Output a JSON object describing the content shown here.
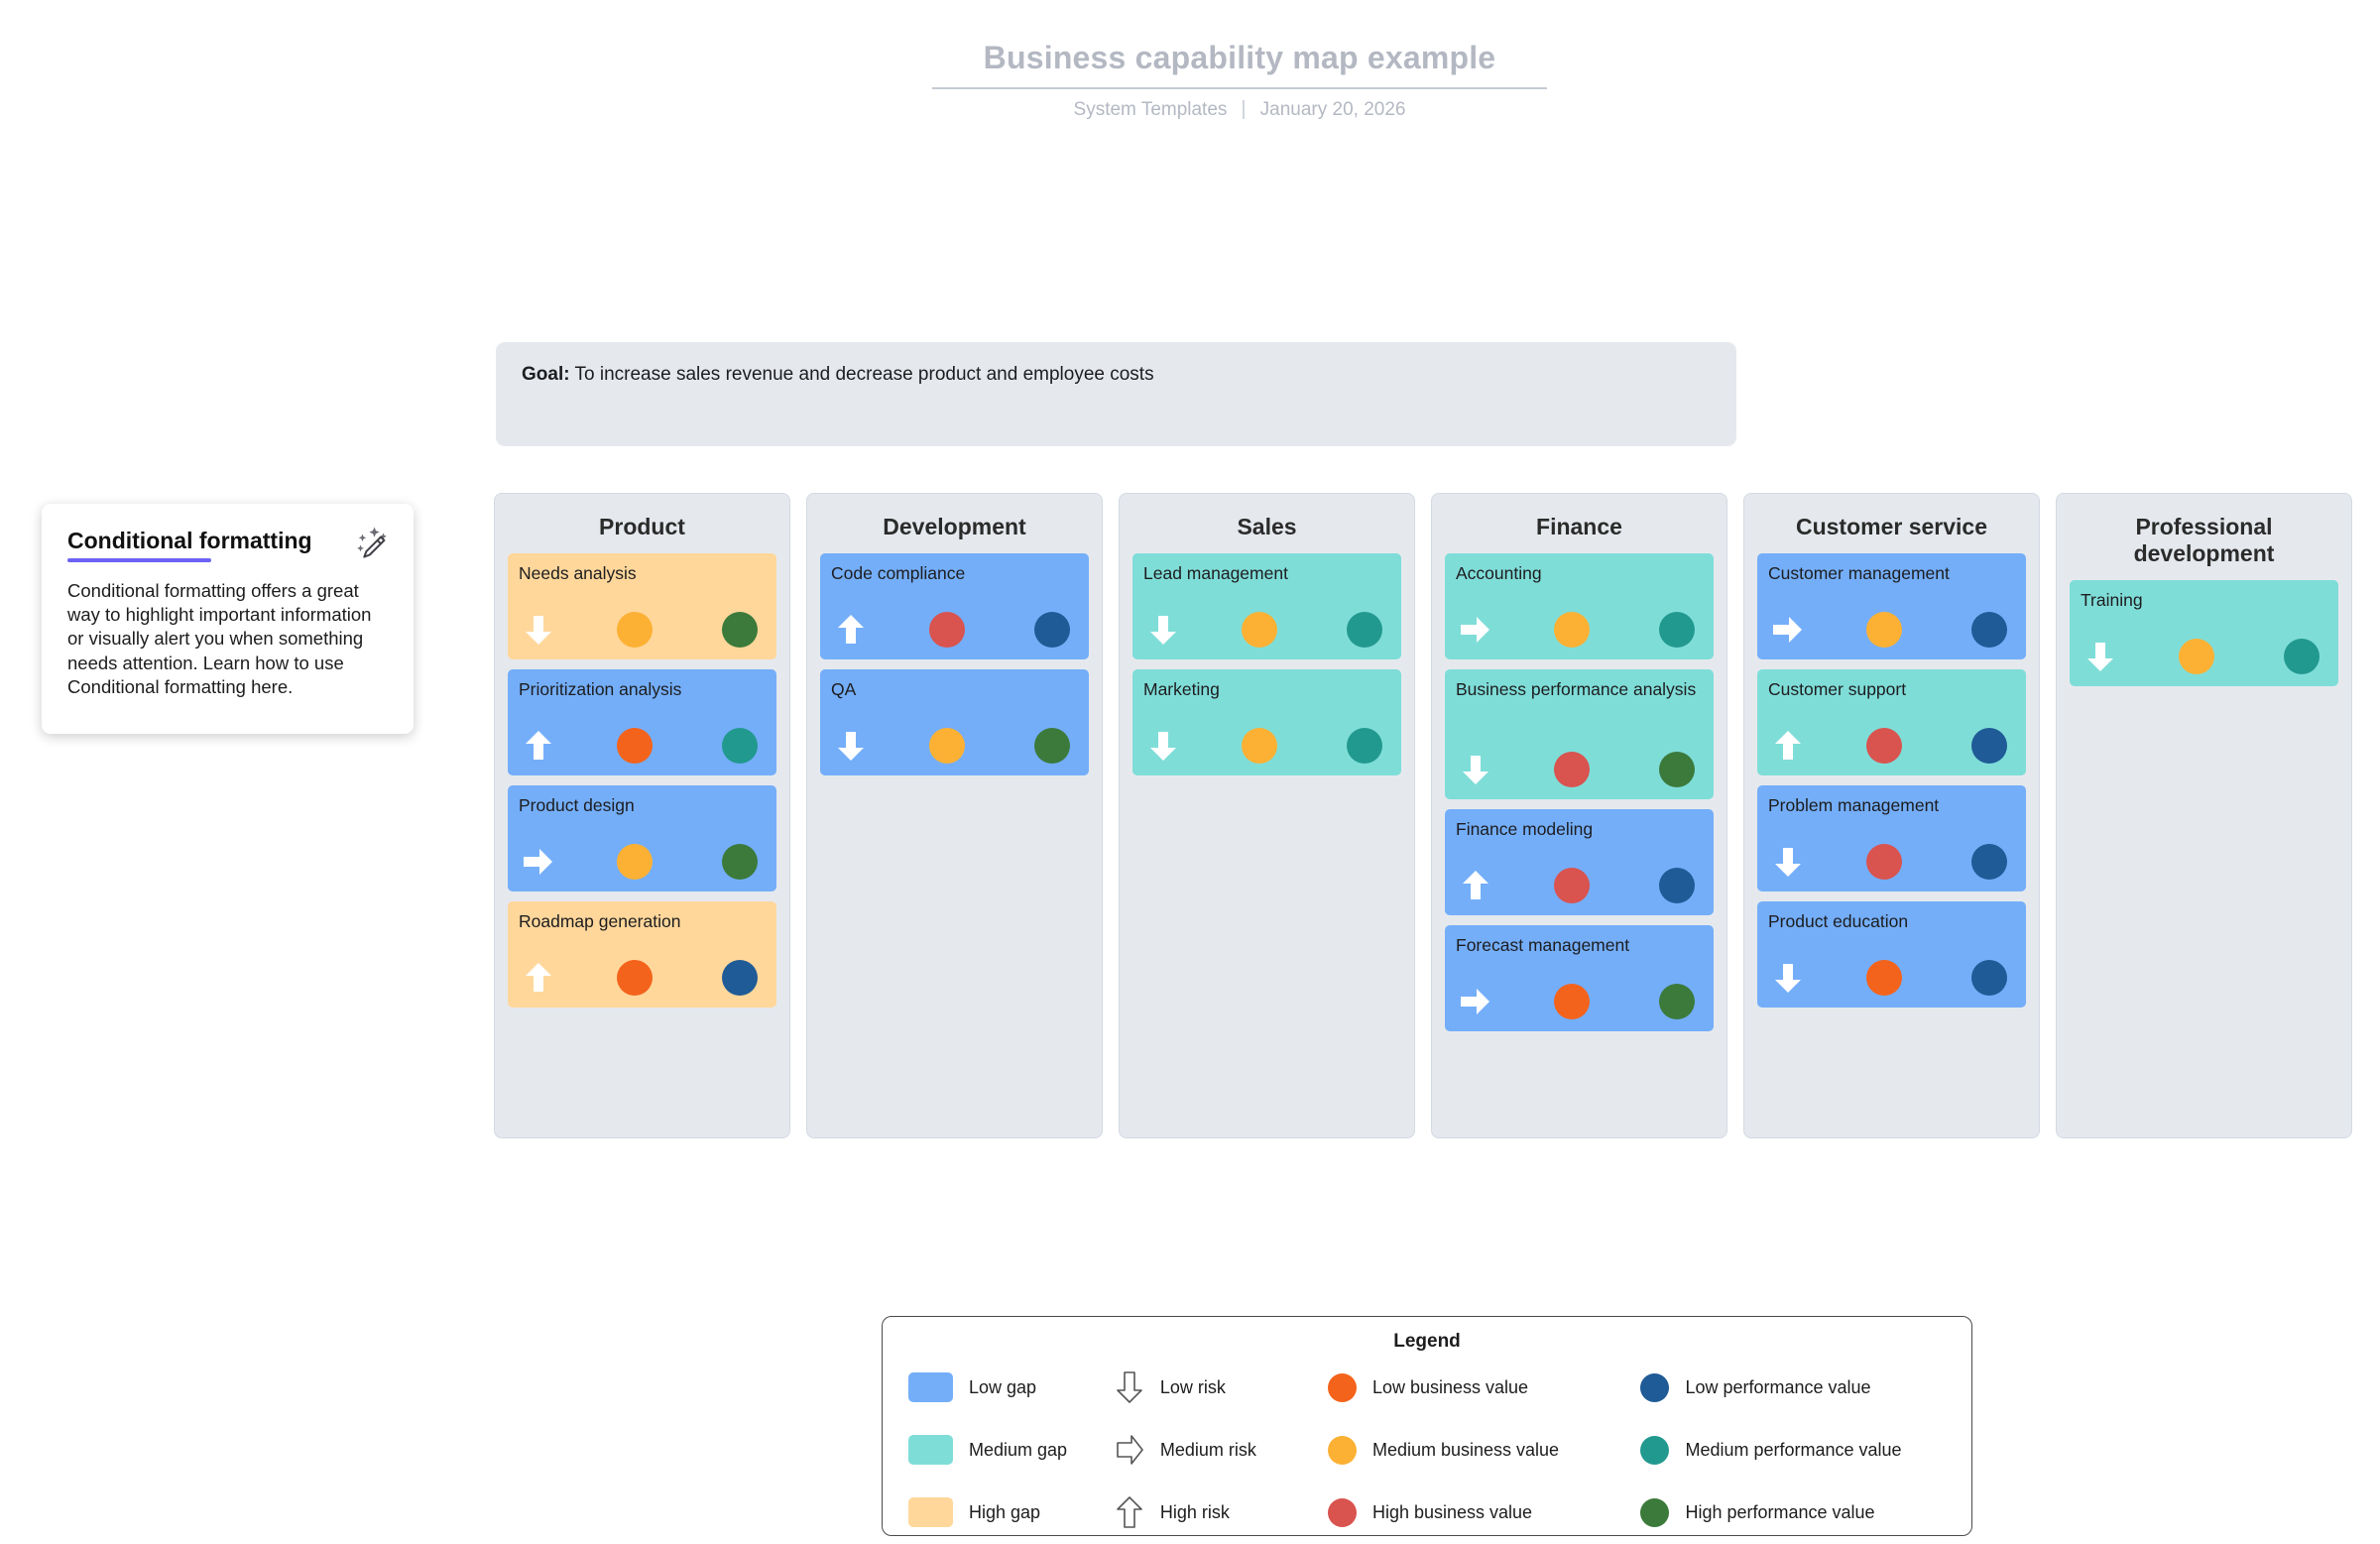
{
  "header": {
    "title": "Business capability map example",
    "org": "System Templates",
    "separator": "|",
    "date": "January 20, 2026"
  },
  "goal": {
    "label": "Goal:",
    "text": " To increase sales revenue and decrease product and employee costs"
  },
  "tooltip": {
    "title": "Conditional formatting",
    "body": "Conditional formatting offers a great way to highlight important information or visually alert you when something needs attention. Learn how to use Conditional formatting here.",
    "icon": "magic-wand-icon",
    "accent": "#6c63f5"
  },
  "palette": {
    "gap_low": "#74aef9",
    "gap_medium": "#7fddd8",
    "gap_high": "#ffd79b",
    "business_low": "#f4631b",
    "business_medium": "#fcb134",
    "business_high": "#d9534f",
    "performance_low": "#1f5b96",
    "performance_medium": "#22998f",
    "performance_high": "#3b7a3b",
    "column_bg": "#e5e9ee",
    "goal_bg": "#e5e9ee",
    "header_text": "#b3b8c2"
  },
  "columns": [
    {
      "title": "Product",
      "cards": [
        {
          "label": "Needs analysis",
          "gap": "high",
          "risk": "low",
          "business": "medium",
          "performance": "high",
          "lines": 1
        },
        {
          "label": "Prioritization analysis",
          "gap": "low",
          "risk": "high",
          "business": "low",
          "performance": "medium",
          "lines": 1
        },
        {
          "label": "Product design",
          "gap": "low",
          "risk": "medium",
          "business": "medium",
          "performance": "high",
          "lines": 1
        },
        {
          "label": "Roadmap generation",
          "gap": "high",
          "risk": "high",
          "business": "low",
          "performance": "low",
          "lines": 1
        }
      ]
    },
    {
      "title": "Development",
      "cards": [
        {
          "label": "Code compliance",
          "gap": "low",
          "risk": "high",
          "business": "high",
          "performance": "low",
          "lines": 1
        },
        {
          "label": "QA",
          "gap": "low",
          "risk": "low",
          "business": "medium",
          "performance": "high",
          "lines": 1
        }
      ]
    },
    {
      "title": "Sales",
      "cards": [
        {
          "label": "Lead management",
          "gap": "medium",
          "risk": "low",
          "business": "medium",
          "performance": "medium",
          "lines": 1
        },
        {
          "label": "Marketing",
          "gap": "medium",
          "risk": "low",
          "business": "medium",
          "performance": "medium",
          "lines": 1
        }
      ]
    },
    {
      "title": "Finance",
      "cards": [
        {
          "label": "Accounting",
          "gap": "medium",
          "risk": "medium",
          "business": "medium",
          "performance": "medium",
          "lines": 1
        },
        {
          "label": "Business performance analysis",
          "gap": "medium",
          "risk": "low",
          "business": "high",
          "performance": "high",
          "lines": 2
        },
        {
          "label": "Finance modeling",
          "gap": "low",
          "risk": "high",
          "business": "high",
          "performance": "low",
          "lines": 1
        },
        {
          "label": "Forecast management",
          "gap": "low",
          "risk": "medium",
          "business": "low",
          "performance": "high",
          "lines": 1
        }
      ]
    },
    {
      "title": "Customer service",
      "cards": [
        {
          "label": "Customer management",
          "gap": "low",
          "risk": "medium",
          "business": "medium",
          "performance": "low",
          "lines": 1
        },
        {
          "label": "Customer support",
          "gap": "medium",
          "risk": "high",
          "business": "high",
          "performance": "low",
          "lines": 1
        },
        {
          "label": "Problem management",
          "gap": "low",
          "risk": "low",
          "business": "high",
          "performance": "low",
          "lines": 1
        },
        {
          "label": "Product education",
          "gap": "low",
          "risk": "low",
          "business": "low",
          "performance": "low",
          "lines": 1
        }
      ]
    },
    {
      "title": "Professional development",
      "cards": [
        {
          "label": "Training",
          "gap": "medium",
          "risk": "low",
          "business": "medium",
          "performance": "medium",
          "lines": 1
        }
      ]
    }
  ],
  "legend": {
    "title": "Legend",
    "gap": [
      {
        "label": "Low gap",
        "key": "gap_low"
      },
      {
        "label": "Medium gap",
        "key": "gap_medium"
      },
      {
        "label": "High gap",
        "key": "gap_high"
      }
    ],
    "risk": [
      {
        "label": "Low risk",
        "dir": "down"
      },
      {
        "label": "Medium risk",
        "dir": "right"
      },
      {
        "label": "High risk",
        "dir": "up"
      }
    ],
    "business": [
      {
        "label": "Low business value",
        "key": "business_low"
      },
      {
        "label": "Medium business value",
        "key": "business_medium"
      },
      {
        "label": "High business value",
        "key": "business_high"
      }
    ],
    "performance": [
      {
        "label": "Low performance value",
        "key": "performance_low"
      },
      {
        "label": "Medium performance value",
        "key": "performance_medium"
      },
      {
        "label": "High performance value",
        "key": "performance_high"
      }
    ]
  }
}
